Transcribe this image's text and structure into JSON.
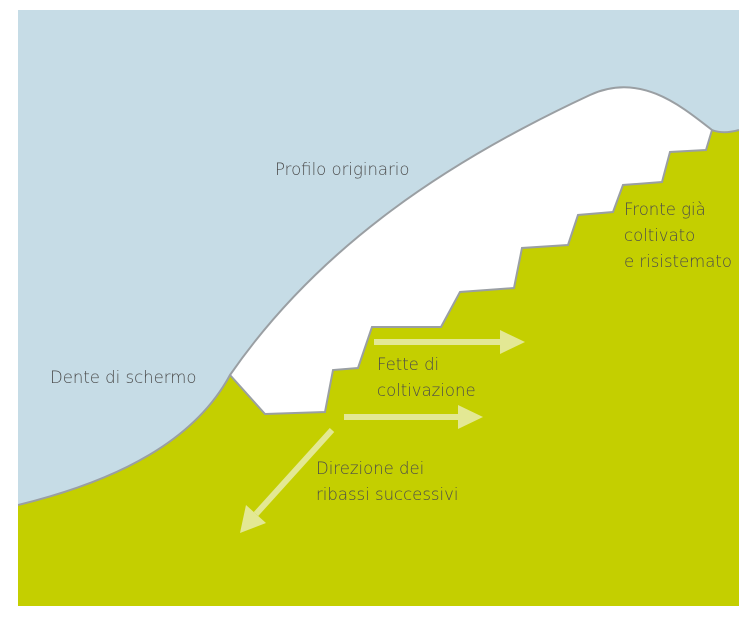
{
  "colors": {
    "sky": "#c6dce6",
    "ground": "#c4cf00",
    "excavation": "#ffffff",
    "outline": "#9a9fa3",
    "arrow": "#e3e894",
    "text": "#4b4b4b"
  },
  "labels": {
    "original_profile": "Profilo originario",
    "screen_tooth": "Dente di schermo",
    "cultivated_front_1": "Fronte già",
    "cultivated_front_2": "coltivato",
    "cultivated_front_3": "e risistemato",
    "slices_1": "Fette di",
    "slices_2": "coltivazione",
    "direction_1": "Direzione dei",
    "direction_2": "ribassi successivi"
  },
  "icons": {
    "arrow_right_upper": "arrow-right",
    "arrow_right_lower": "arrow-right",
    "arrow_down_left": "arrow-down-left"
  }
}
